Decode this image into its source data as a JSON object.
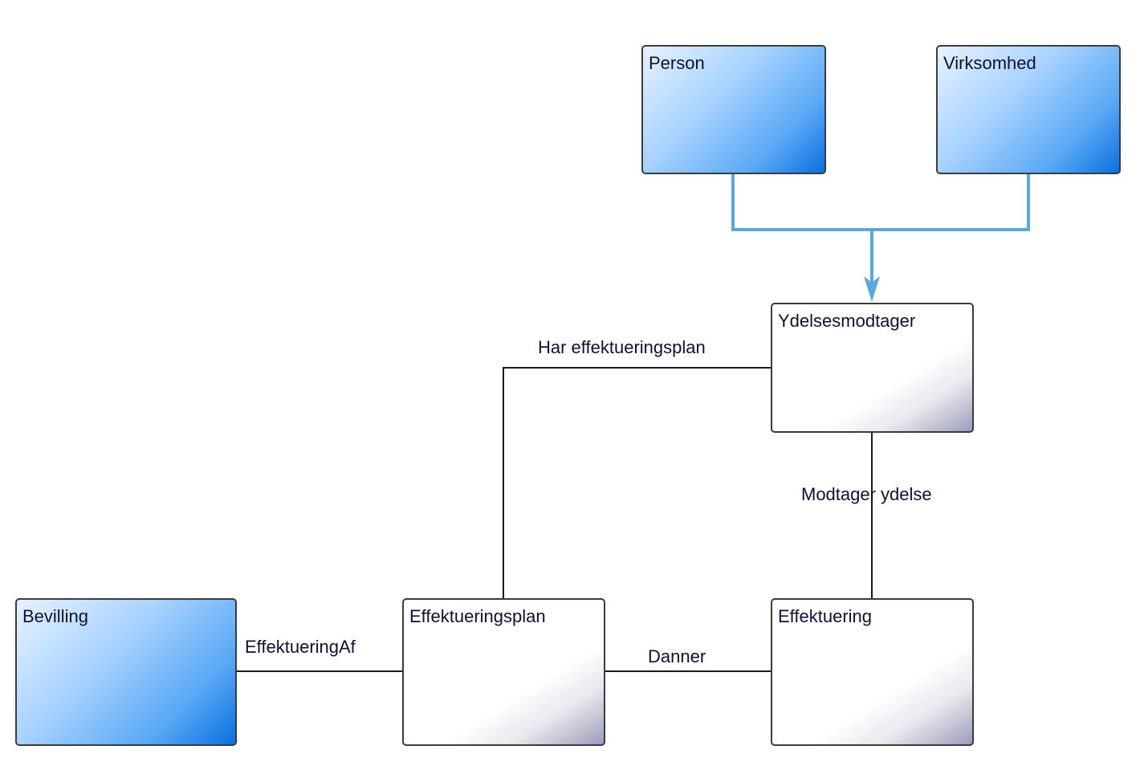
{
  "diagram": {
    "type": "entity-relationship",
    "colors": {
      "inheritance_line": "#5aa8d8",
      "association_line": "#1a1a1a",
      "abstract_fill": "#0a70e0"
    },
    "entities": {
      "person": {
        "name": "Person",
        "style": "blue"
      },
      "virksomhed": {
        "name": "Virksomhed",
        "style": "blue"
      },
      "ydelsesmodtager": {
        "name": "Ydelsesmodtager",
        "style": "white"
      },
      "bevilling": {
        "name": "Bevilling",
        "style": "blue"
      },
      "effektueringsplan": {
        "name": "Effektueringsplan",
        "style": "white"
      },
      "effektuering": {
        "name": "Effektuering",
        "style": "white"
      }
    },
    "relations": {
      "generalization": {
        "from": [
          "Person",
          "Virksomhed"
        ],
        "to": "Ydelsesmodtager"
      },
      "har_effektueringsplan": {
        "label": "Har effektueringsplan",
        "from": "Ydelsesmodtager",
        "to": "Effektueringsplan"
      },
      "modtager_ydelse": {
        "label": "Modtager ydelse",
        "from": "Ydelsesmodtager",
        "to": "Effektuering"
      },
      "effektuering_af": {
        "label": "EffektueringAf",
        "from": "Bevilling",
        "to": "Effektueringsplan"
      },
      "danner": {
        "label": "Danner",
        "from": "Effektueringsplan",
        "to": "Effektuering"
      }
    }
  }
}
